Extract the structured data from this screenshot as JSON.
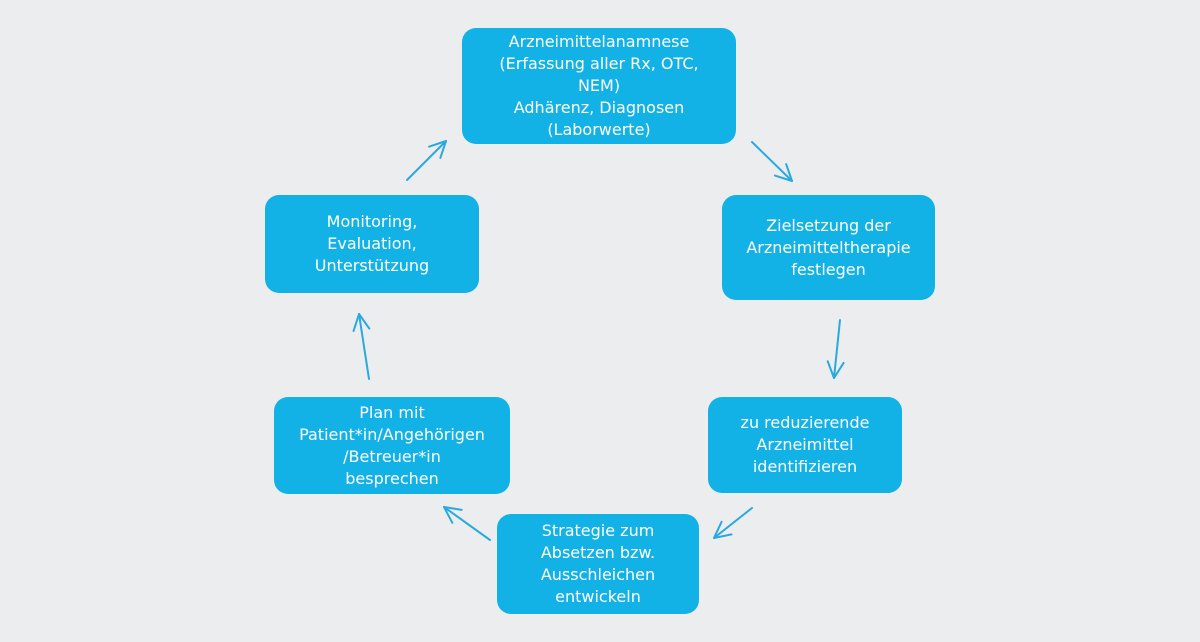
{
  "diagram": {
    "accent_color": "#12b2e6",
    "arrow_color": "#2aa9df",
    "nodes": [
      {
        "id": "n1",
        "lines": [
          "Arzneimittelanamnese",
          "(Erfassung aller Rx, OTC,",
          "NEM)",
          "Adhärenz, Diagnosen",
          "(Laborwerte)"
        ]
      },
      {
        "id": "n2",
        "lines": [
          "Zielsetzung der",
          "Arzneimitteltherapie",
          "festlegen"
        ]
      },
      {
        "id": "n3",
        "lines": [
          "zu reduzierende",
          "Arzneimittel",
          "identifizieren"
        ]
      },
      {
        "id": "n4",
        "lines": [
          "Strategie zum",
          "Absetzen bzw.",
          "Ausschleichen",
          "entwickeln"
        ]
      },
      {
        "id": "n5",
        "lines": [
          "Plan mit",
          "Patient*in/Angehörigen",
          "/Betreuer*in",
          "besprechen"
        ]
      },
      {
        "id": "n6",
        "lines": [
          "Monitoring,",
          "Evaluation,",
          "Unterstützung"
        ]
      }
    ]
  }
}
